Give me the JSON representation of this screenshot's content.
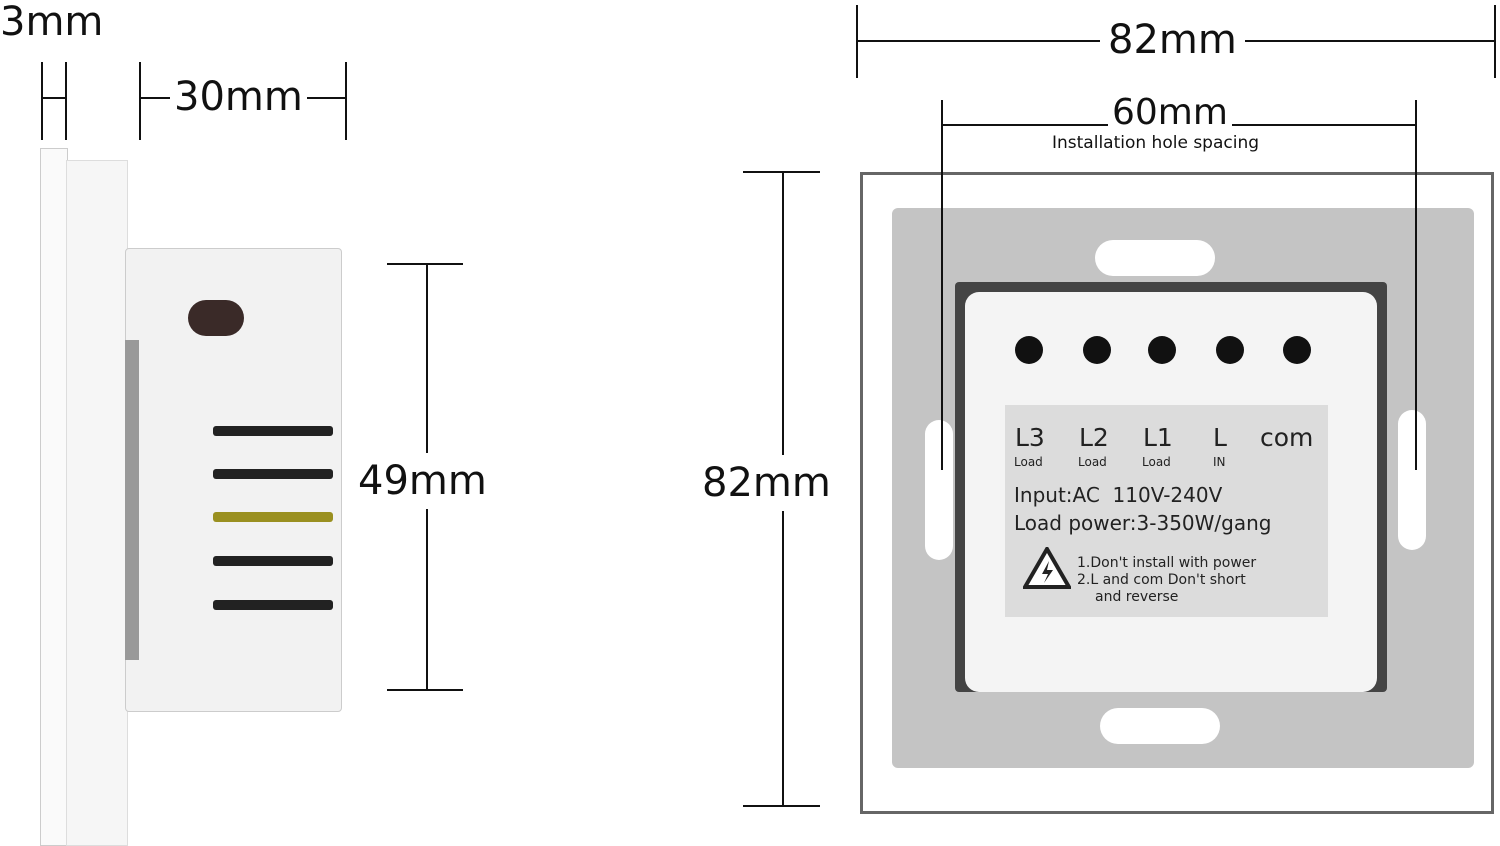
{
  "side_view": {
    "thickness_plate": "3mm",
    "depth": "30mm",
    "height": "49mm"
  },
  "back_view": {
    "width": "82mm",
    "hole_spacing": "60mm",
    "hole_spacing_caption": "Installation hole spacing",
    "height": "82mm"
  },
  "label": {
    "terminals": [
      {
        "name": "L3",
        "sub": "Load"
      },
      {
        "name": "L2",
        "sub": "Load"
      },
      {
        "name": "L1",
        "sub": "Load"
      },
      {
        "name": "L",
        "sub": "IN"
      },
      {
        "name": "com",
        "sub": ""
      }
    ],
    "input": "Input:AC  110V-240V",
    "load_power": "Load power:3-350W/gang",
    "warning_1": "1.Don't install with power",
    "warning_2": "2.L and com Don't short",
    "warning_3": "and reverse"
  }
}
